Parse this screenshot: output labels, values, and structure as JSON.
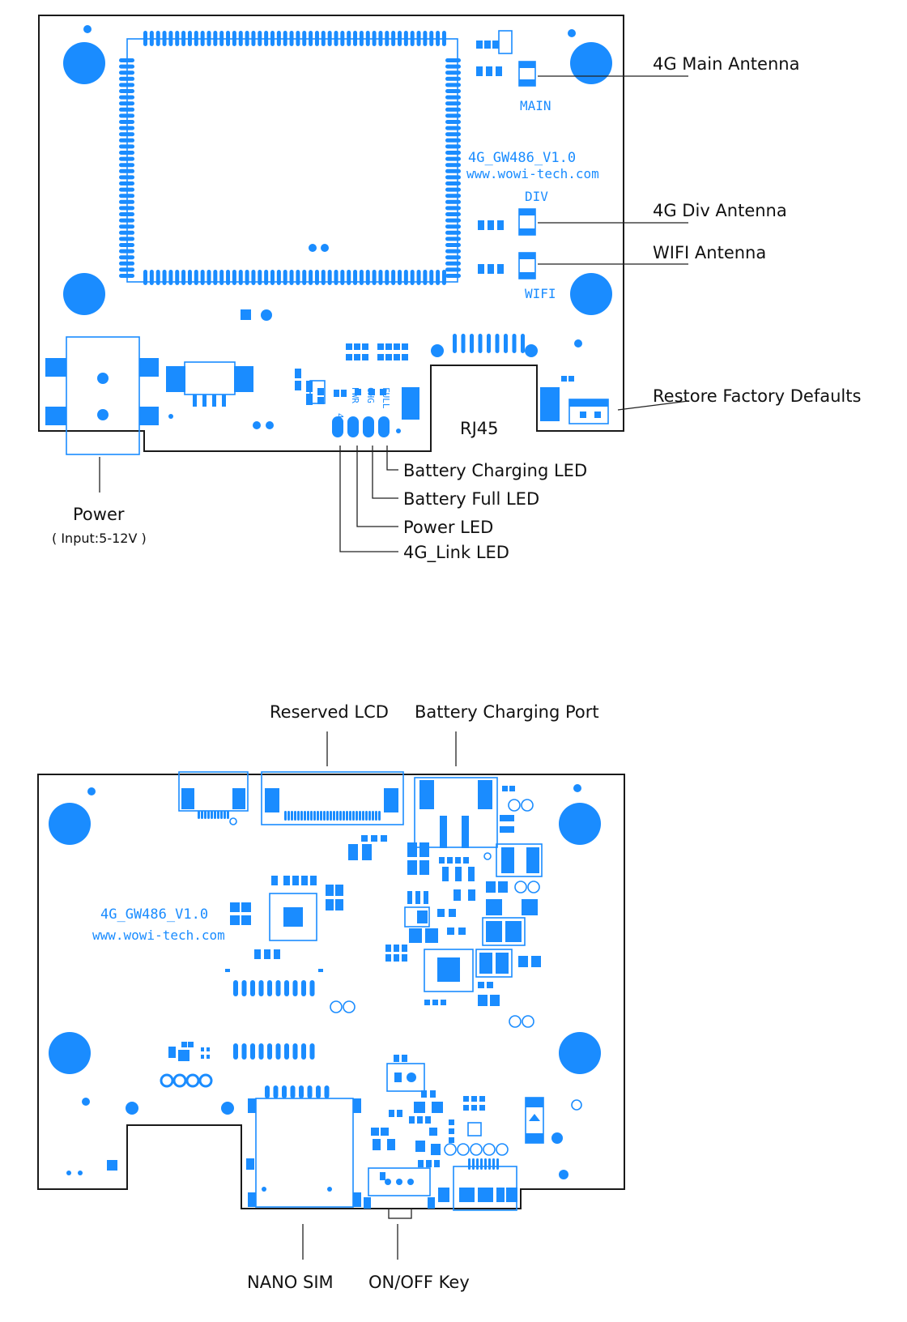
{
  "top_board": {
    "silkscreen": {
      "model": "4G_GW486_V1.0",
      "url": "www.wowi-tech.com",
      "main": "MAIN",
      "div": "DIV",
      "wifi": "WIFI",
      "led_4g": "4G",
      "led_pwr": "PWR",
      "led_chg": "CHG",
      "led_full": "FULL"
    },
    "callouts": {
      "main_antenna": "4G Main Antenna",
      "div_antenna": "4G Div Antenna",
      "wifi_antenna": "WIFI Antenna",
      "restore": "Restore Factory Defaults",
      "rj45": "RJ45",
      "power": "Power",
      "power_input": "( Input:5-12V )",
      "chg_led": "Battery Charging LED",
      "full_led": "Battery Full LED",
      "power_led": "Power LED",
      "link_led": "4G_Link LED"
    }
  },
  "bottom_board": {
    "silkscreen": {
      "model": "4G_GW486_V1.0",
      "url": "www.wowi-tech.com"
    },
    "callouts": {
      "reserved_lcd": "Reserved LCD",
      "battery_port": "Battery Charging Port",
      "nano_sim": "NANO SIM",
      "onoff_key": "ON/OFF Key"
    }
  },
  "colors": {
    "accent": "#1a8cff",
    "outline": "#1a1a1a",
    "text": "#111111"
  }
}
